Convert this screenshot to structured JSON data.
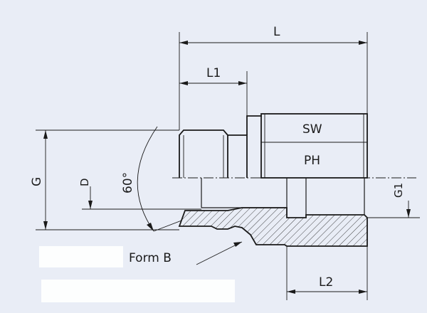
{
  "labels": {
    "L": "L",
    "L1": "L1",
    "L2": "L2",
    "SW": "SW",
    "PH": "PH",
    "G": "G",
    "D": "D",
    "G1": "G1",
    "angle": "60°",
    "form": "Form B"
  },
  "colors": {
    "background": "#e9edf6",
    "line": "#1a1a1a",
    "redaction": "#ffffff"
  }
}
